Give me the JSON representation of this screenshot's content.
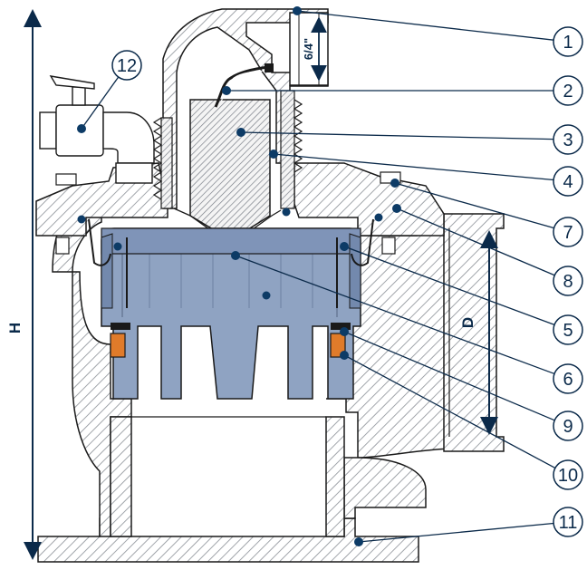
{
  "dimensions": {
    "height_label": "H",
    "diameter_label": "D",
    "thread_label": "6/4\""
  },
  "callouts": [
    {
      "number": "1"
    },
    {
      "number": "2"
    },
    {
      "number": "3"
    },
    {
      "number": "4"
    },
    {
      "number": "7"
    },
    {
      "number": "8"
    },
    {
      "number": "5"
    },
    {
      "number": "6"
    },
    {
      "number": "9"
    },
    {
      "number": "10"
    },
    {
      "number": "11"
    },
    {
      "number": "12"
    }
  ],
  "colors": {
    "body_hatch": "#9aa0a6",
    "float_blue": "#8fa3c2",
    "float_dark": "#7389ad",
    "seal_orange": "#e07b2a",
    "line": "#1a1a1a",
    "callout_line": "#0b2a4a",
    "dot": "#0d3b66"
  }
}
